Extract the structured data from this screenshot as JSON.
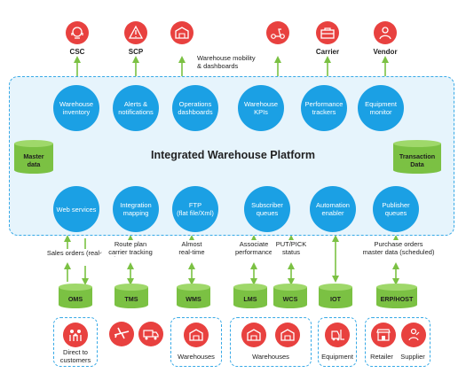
{
  "top_entities": [
    {
      "label": "CSC",
      "icon": "headset-icon"
    },
    {
      "label": "SCP",
      "icon": "alert-icon"
    },
    {
      "label": "",
      "icon": "warehouse-icon"
    },
    {
      "label": "",
      "icon": "scooter-icon"
    },
    {
      "label": "Carrier",
      "icon": "toolbox-icon"
    },
    {
      "label": "Vendor",
      "icon": "person-icon"
    }
  ],
  "mobility_note": "Warehouse mobility\n& dashboards",
  "platform": {
    "title": "Integrated Warehouse Platform",
    "top_modules": [
      "Warehouse\ninventory",
      "Alerts &\nnotifications",
      "Operations\ndashboards",
      "Warehouse\nKPIs",
      "Performance\ntrackers",
      "Equipment\nmonitor"
    ],
    "bottom_modules": [
      "Web services",
      "Integration\nmapping",
      "FTP\n(flat file/Xml)",
      "Subscriber\nqueues",
      "Automation\nenabler",
      "Publisher\nqueues"
    ],
    "master_db": "Master\ndata",
    "transaction_db": "Transaction\nData"
  },
  "flow_notes": [
    "Sales orders (real-time)",
    "Route plan\ncarrier tracking",
    "Almost\nreal-time",
    "Associate\nperformance",
    "PUT/PICK\nstatus",
    "Purchase orders\nmaster data (scheduled)"
  ],
  "systems": [
    "OMS",
    "TMS",
    "WMS",
    "LMS",
    "WCS",
    "IOT",
    "ERP/HOST"
  ],
  "groups": [
    {
      "label": "Direct to\ncustomers",
      "icons": [
        "family-icon"
      ]
    },
    {
      "label": "",
      "icons": [
        "airplane-icon",
        "truck-icon"
      ]
    },
    {
      "label": "Warehouses",
      "icons": [
        "warehouse-icon"
      ]
    },
    {
      "label": "Warehouses",
      "icons": [
        "warehouse-icon",
        "warehouse-icon"
      ]
    },
    {
      "label": "Equipment",
      "icons": [
        "forklift-icon"
      ]
    },
    {
      "label": "Retailer",
      "icons": [
        "store-icon"
      ]
    },
    {
      "label": "Supplier",
      "icons": [
        "supplier-icon"
      ]
    }
  ],
  "colors": {
    "red": "#e8413f",
    "blue": "#1ba0e4",
    "green": "#7bc143",
    "arrow": "#7bc143",
    "frame": "#37a9e6"
  }
}
